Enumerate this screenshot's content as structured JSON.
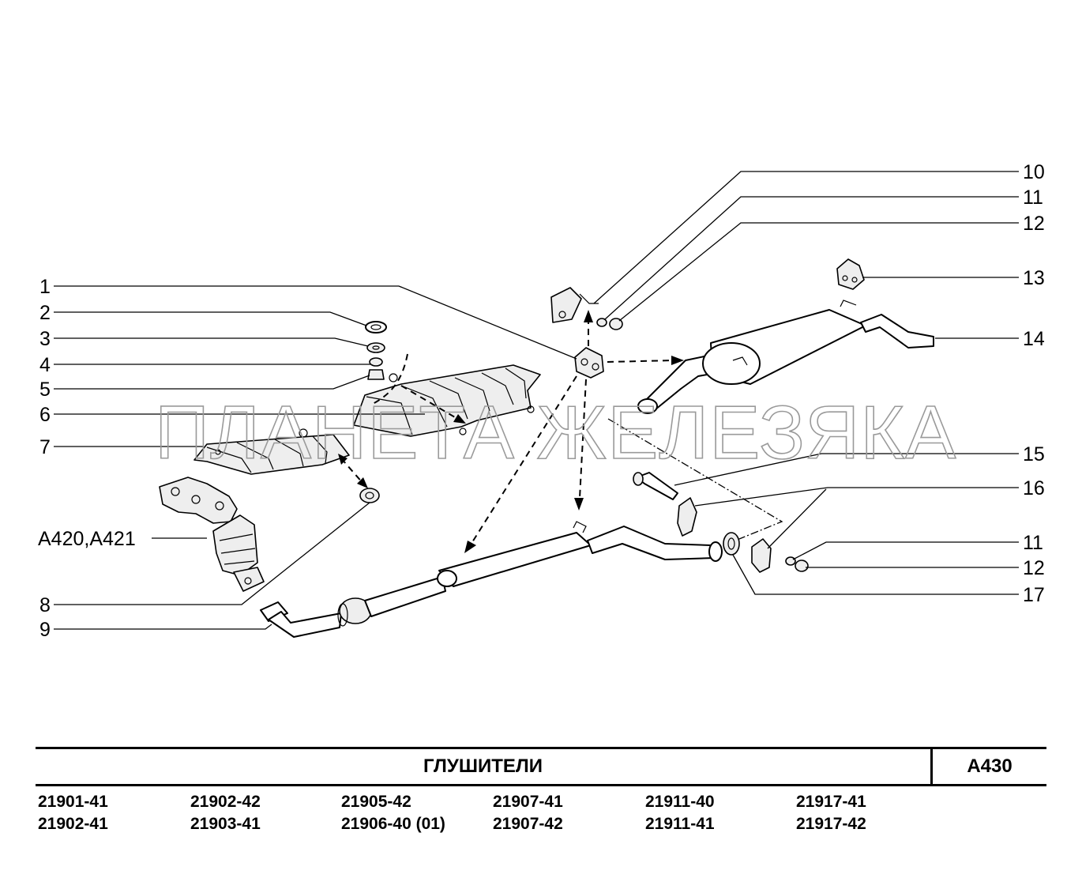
{
  "callouts": {
    "c1": "1",
    "c2": "2",
    "c3": "3",
    "c4": "4",
    "c5": "5",
    "c6": "6",
    "c7": "7",
    "c8": "8",
    "c9": "9",
    "c10": "10",
    "c11a": "11",
    "c12a": "12",
    "c13": "13",
    "c14": "14",
    "c15": "15",
    "c16": "16",
    "c11b": "11",
    "c12b": "12",
    "c17": "17",
    "variant": "A420,A421"
  },
  "watermark": "ПЛАНЕТА ЖЕЛЕЗЯКА",
  "title": "ГЛУШИТЕЛИ",
  "sheet_code": "A430",
  "models": [
    [
      "21901-41",
      "21902-41"
    ],
    [
      "21902-42",
      "21903-41"
    ],
    [
      "21905-42",
      "21906-40 (01)"
    ],
    [
      "21907-41",
      "21907-42"
    ],
    [
      "21911-40",
      "21911-41"
    ],
    [
      "21917-41",
      "21917-42"
    ]
  ]
}
